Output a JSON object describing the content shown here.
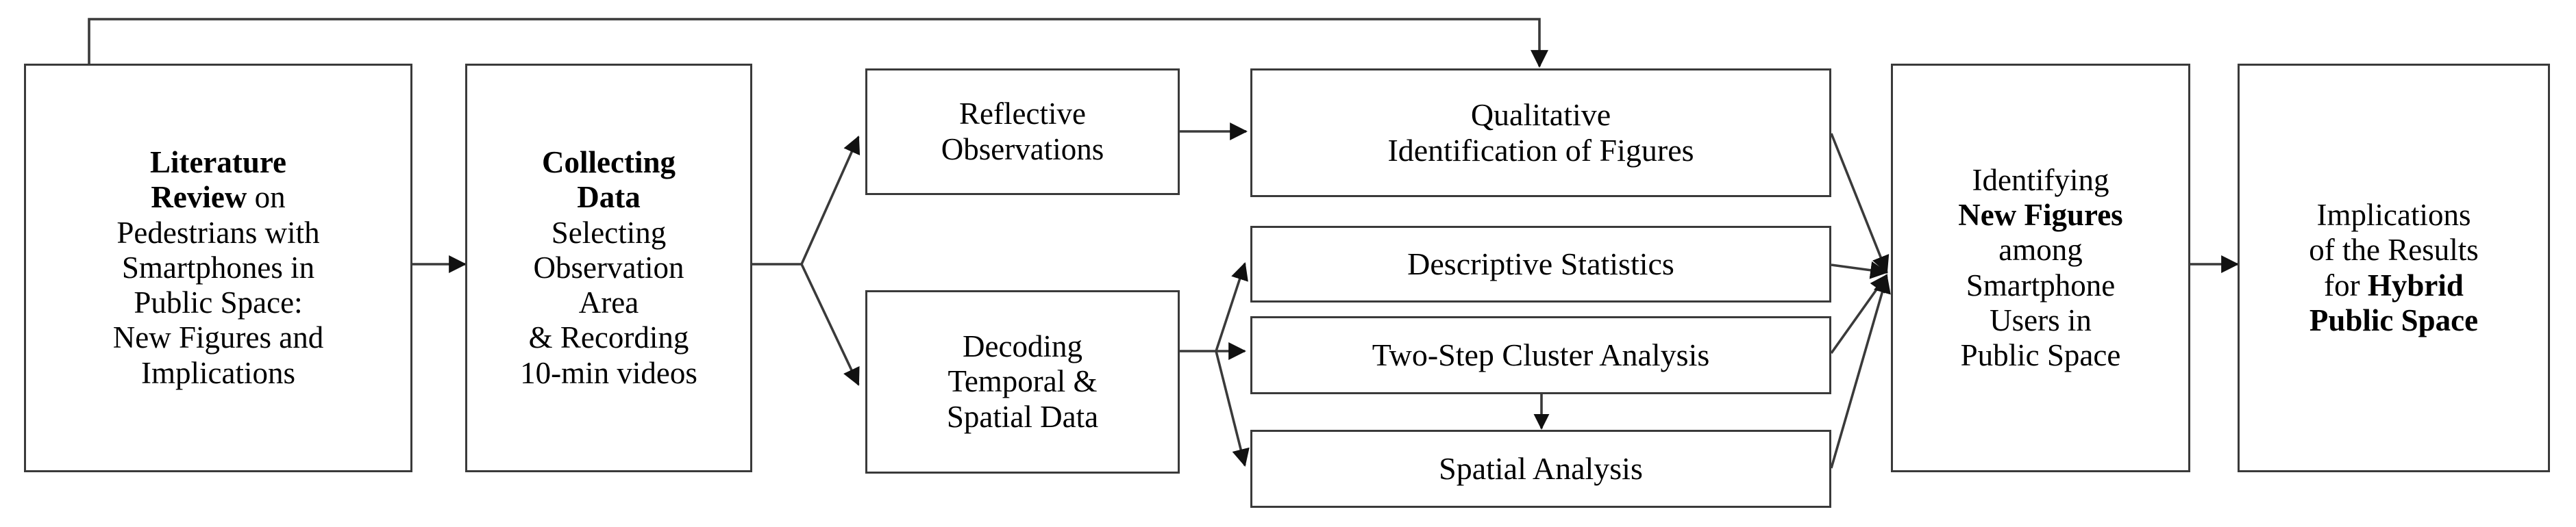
{
  "diagram": {
    "title": "Research Methodology Flowchart",
    "stroke_color": "#3a3a3a",
    "background": "#ffffff",
    "nodes": {
      "literature_review": {
        "lines": [
          "Literature",
          "Review on",
          "Pedestrians with",
          "Smartphones in",
          "Public Space:",
          "New Figures and",
          "Implications"
        ],
        "bold_segments": [
          "Literature",
          "Review"
        ]
      },
      "collecting_data": {
        "lines": [
          "Collecting",
          "Data",
          "Selecting",
          "Observation",
          "Area",
          "& Recording",
          "10-min videos"
        ],
        "bold_segments": [
          "Collecting",
          "Data"
        ]
      },
      "reflective_observations": {
        "lines": [
          "Reflective",
          "Observations"
        ]
      },
      "decoding_data": {
        "lines": [
          "Decoding",
          "Temporal &",
          "Spatial Data"
        ]
      },
      "qualitative_identification": {
        "lines": [
          "Qualitative",
          "Identification of Figures"
        ]
      },
      "descriptive_statistics": {
        "lines": [
          "Descriptive Statistics"
        ]
      },
      "two_step_cluster": {
        "lines": [
          "Two-Step Cluster Analysis"
        ]
      },
      "spatial_analysis": {
        "lines": [
          "Spatial Analysis"
        ]
      },
      "identifying_new_figures": {
        "lines": [
          "Identifying",
          "New Figures",
          "among",
          "Smartphone",
          "Users in",
          "Public Space"
        ],
        "bold_segments": [
          "New Figures"
        ]
      },
      "implications": {
        "lines": [
          "Implications",
          "of the Results",
          "for Hybrid",
          "Public Space"
        ],
        "bold_segments": [
          "Hybrid",
          "Public Space"
        ]
      }
    },
    "edges": [
      {
        "name": "literature-to-collecting",
        "from": "literature_review",
        "to": "collecting_data"
      },
      {
        "name": "collecting-to-reflective",
        "from": "collecting_data",
        "to": "reflective_observations"
      },
      {
        "name": "collecting-to-decoding",
        "from": "collecting_data",
        "to": "decoding_data"
      },
      {
        "name": "reflective-to-qualitative",
        "from": "reflective_observations",
        "to": "qualitative_identification"
      },
      {
        "name": "decoding-to-descriptive",
        "from": "decoding_data",
        "to": "descriptive_statistics"
      },
      {
        "name": "decoding-to-twostep",
        "from": "decoding_data",
        "to": "two_step_cluster"
      },
      {
        "name": "decoding-to-spatial",
        "from": "decoding_data",
        "to": "spatial_analysis"
      },
      {
        "name": "twostep-to-spatial",
        "from": "two_step_cluster",
        "to": "spatial_analysis"
      },
      {
        "name": "qualitative-to-identifying",
        "from": "qualitative_identification",
        "to": "identifying_new_figures"
      },
      {
        "name": "descriptive-to-identifying",
        "from": "descriptive_statistics",
        "to": "identifying_new_figures"
      },
      {
        "name": "twostep-to-identifying",
        "from": "two_step_cluster",
        "to": "identifying_new_figures"
      },
      {
        "name": "spatial-to-identifying",
        "from": "spatial_analysis",
        "to": "identifying_new_figures"
      },
      {
        "name": "identifying-to-implications",
        "from": "identifying_new_figures",
        "to": "implications"
      },
      {
        "name": "literature-feedback-to-qualitative",
        "from": "literature_review",
        "to": "qualitative_identification"
      }
    ]
  }
}
